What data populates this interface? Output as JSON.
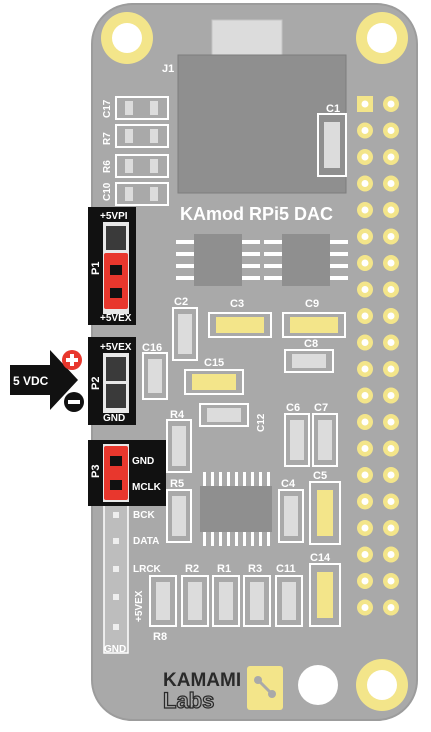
{
  "board": {
    "title": "KAmod RPi5 DAC",
    "brand_line1": "KAMAMI",
    "brand_line2": "Labs",
    "colors": {
      "pcb": "#a9a9a9",
      "pad": "#f3e58a",
      "jumper": "#e8372d",
      "black": "#111111"
    }
  },
  "connector": {
    "name": "J1"
  },
  "jumpers": {
    "p1": {
      "name": "P1",
      "top": "+5VPI",
      "bottom": "+5VEX"
    },
    "p2": {
      "name": "P2",
      "top": "+5VEX",
      "bottom": "GND"
    },
    "p3": {
      "name": "P3",
      "top": "GND",
      "bottom": "MCLK"
    }
  },
  "header_pins": [
    "BCK",
    "DATA",
    "LRCK",
    "+5VEX",
    "GND"
  ],
  "power_input": {
    "label": "5 VDC",
    "plus": "+",
    "minus": "−"
  },
  "components": {
    "c17": "C17",
    "r7": "R7",
    "r6": "R6",
    "c10": "C10",
    "c1": "C1",
    "c2": "C2",
    "c3": "C3",
    "c9": "C9",
    "c8": "C8",
    "c15": "C15",
    "c16": "C16",
    "c12": "C12",
    "r4": "R4",
    "c6": "C6",
    "c7": "C7",
    "r5": "R5",
    "c4": "C4",
    "c5": "C5",
    "r2": "R2",
    "r1": "R1",
    "r3": "R3",
    "c11": "C11",
    "c14": "C14",
    "r8": "R8"
  }
}
